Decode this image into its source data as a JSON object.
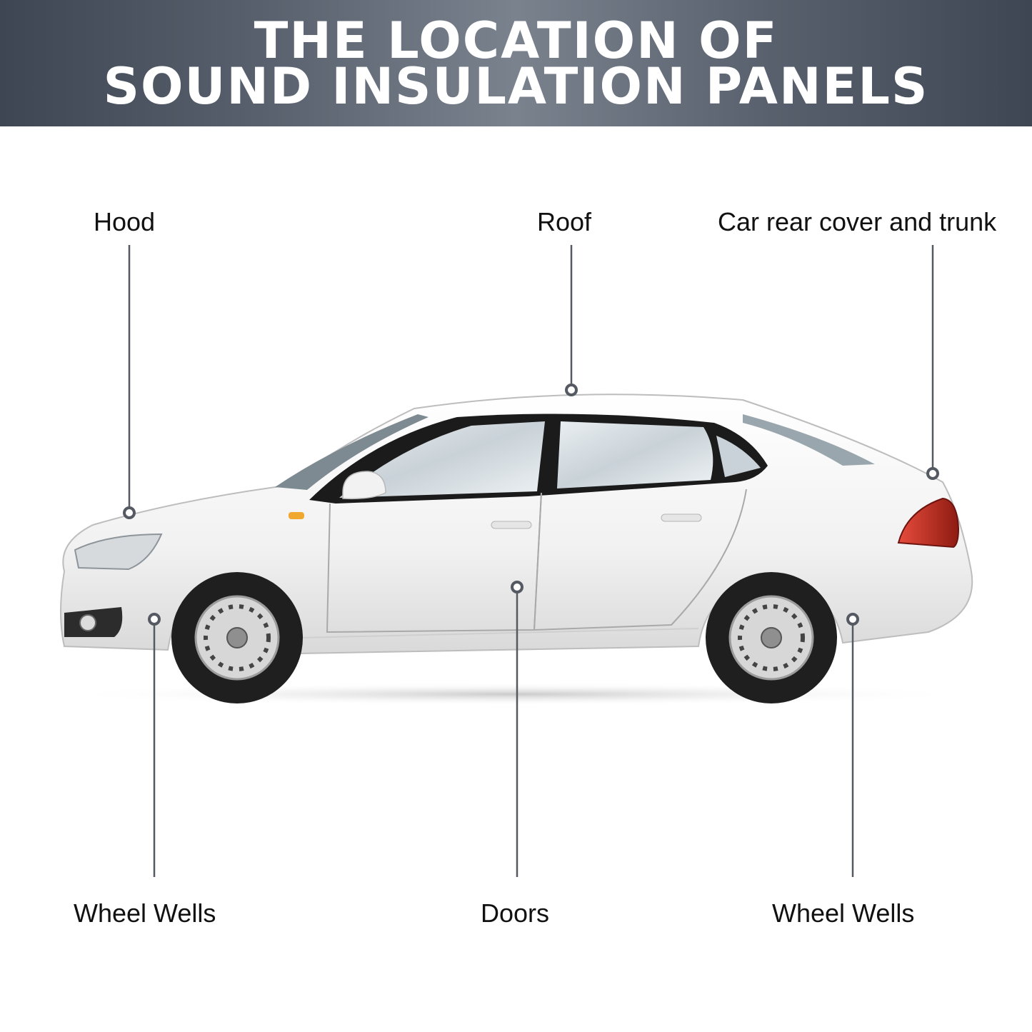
{
  "header": {
    "title_line1": "THE LOCATION OF",
    "title_line2": "SOUND INSULATION PANELS"
  },
  "callouts": {
    "hood": "Hood",
    "roof": "Roof",
    "rear": "Car rear cover and trunk",
    "wheel_wells_front": "Wheel Wells",
    "doors": "Doors",
    "wheel_wells_rear": "Wheel Wells"
  },
  "colors": {
    "header_dark": "#3e4653",
    "header_light": "#7a828e",
    "car_body": "#f4f4f4",
    "leader_line": "#555a62",
    "tail_light": "#c0392b"
  }
}
